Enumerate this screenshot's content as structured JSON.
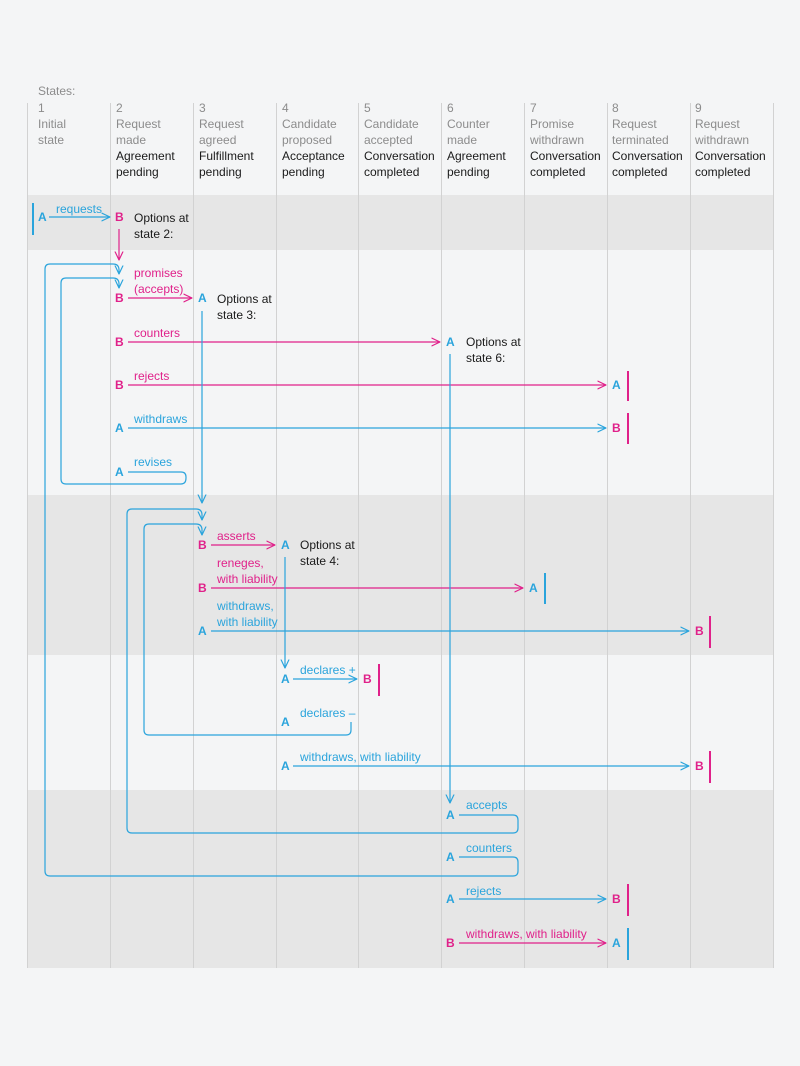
{
  "states_label": "States:",
  "columns": [
    {
      "num": "1",
      "line1": "Initial",
      "line2": "state",
      "line3": "",
      "line4": ""
    },
    {
      "num": "2",
      "line1": "Request",
      "line2": "made",
      "line3": "Agreement",
      "line4": "pending"
    },
    {
      "num": "3",
      "line1": "Request",
      "line2": "agreed",
      "line3": "Fulfillment",
      "line4": "pending"
    },
    {
      "num": "4",
      "line1": "Candidate",
      "line2": "proposed",
      "line3": "Acceptance",
      "line4": "pending"
    },
    {
      "num": "5",
      "line1": "Candidate",
      "line2": "accepted",
      "line3": "Conversation",
      "line4": "completed"
    },
    {
      "num": "6",
      "line1": "Counter",
      "line2": "made",
      "line3": "Agreement",
      "line4": "pending"
    },
    {
      "num": "7",
      "line1": "Promise",
      "line2": "withdrawn",
      "line3": "Conversation",
      "line4": "completed"
    },
    {
      "num": "8",
      "line1": "Request",
      "line2": "terminated",
      "line3": "Conversation",
      "line4": "completed"
    },
    {
      "num": "9",
      "line1": "Request",
      "line2": "withdrawn",
      "line3": "Conversation",
      "line4": "completed"
    }
  ],
  "actors": {
    "a": "A",
    "b": "B"
  },
  "options": {
    "s2": [
      "Options at",
      "state 2:"
    ],
    "s3": [
      "Options at",
      "state 3:"
    ],
    "s6": [
      "Options at",
      "state 6:"
    ],
    "s4": [
      "Options at",
      "state 4:"
    ]
  },
  "actions": {
    "requests": "requests",
    "promises": [
      "promises",
      "(accepts)"
    ],
    "counters_b": "counters",
    "rejects_b": "rejects",
    "withdraws_a": "withdraws",
    "revises": "revises",
    "asserts": "asserts",
    "reneges": [
      "reneges,",
      "with liability"
    ],
    "withdraws_liab": [
      "withdraws,",
      "with liability"
    ],
    "declares_pos": "declares +",
    "declares_neg": "declares –",
    "withdraws_liab_4": "withdraws, with liability",
    "accepts": "accepts",
    "counters_a": "counters",
    "rejects_a": "rejects",
    "withdraws_liab_b6": "withdraws, with liability"
  },
  "colors": {
    "cyan": "#2aa4dc",
    "magenta": "#e0218a",
    "band": "#e6e6e6",
    "grid": "#d2d2d2"
  }
}
